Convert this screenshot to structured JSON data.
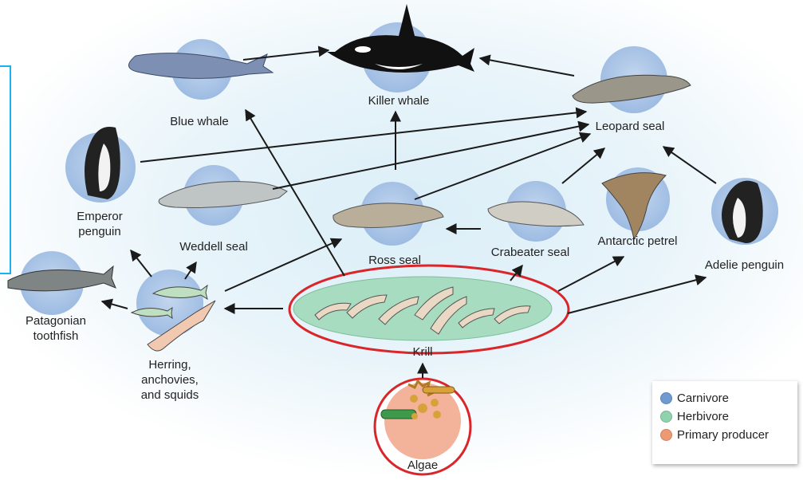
{
  "nodes": {
    "killer_whale": {
      "label": "Killer whale",
      "role": "carnivore"
    },
    "blue_whale": {
      "label": "Blue whale",
      "role": "carnivore"
    },
    "leopard_seal": {
      "label": "Leopard seal",
      "role": "carnivore"
    },
    "emperor_penguin": {
      "label_line1": "Emperor",
      "label_line2": "penguin",
      "role": "carnivore"
    },
    "weddell_seal": {
      "label": "Weddell seal",
      "role": "carnivore"
    },
    "ross_seal": {
      "label": "Ross seal",
      "role": "carnivore"
    },
    "crabeater_seal": {
      "label": "Crabeater seal",
      "role": "carnivore"
    },
    "antarctic_petrel": {
      "label": "Antarctic petrel",
      "role": "carnivore"
    },
    "adelie_penguin": {
      "label": "Adelie penguin",
      "role": "carnivore"
    },
    "patagonian_toothfish": {
      "label_line1": "Patagonian",
      "label_line2": "toothfish",
      "role": "carnivore"
    },
    "herring": {
      "label_line1": "Herring,",
      "label_line2": "anchovies,",
      "label_line3": "and squids",
      "role": "carnivore"
    },
    "krill": {
      "label": "Krill",
      "role": "herbivore"
    },
    "algae": {
      "label": "Algae",
      "role": "primary producer"
    }
  },
  "legend": {
    "items": [
      {
        "label": "Carnivore",
        "color": "#6f9bd1"
      },
      {
        "label": "Herbivore",
        "color": "#8fd3ae"
      },
      {
        "label": "Primary producer",
        "color": "#ec9a74"
      }
    ]
  },
  "colors": {
    "carnivore_circle": "#a9c4e6",
    "herbivore_ellipse": "#a8dcc0",
    "producer_circle": "#f2b39a",
    "highlight_ring": "#d9262b",
    "selection_box": "#1ab2ee"
  }
}
